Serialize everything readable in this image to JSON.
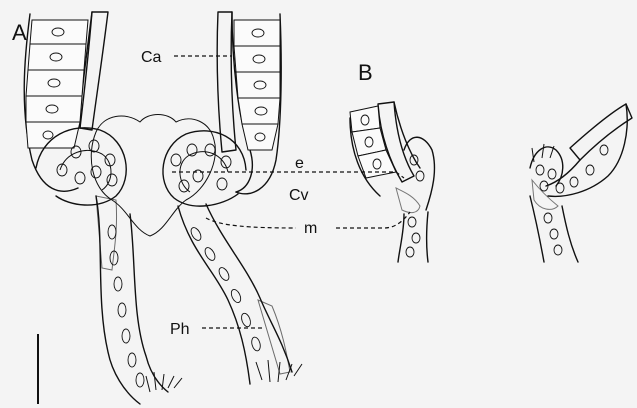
{
  "panels": {
    "a": "A",
    "b": "B"
  },
  "labels": {
    "ca": "Ca",
    "e": "e",
    "cv": "Cv",
    "m": "m",
    "ph": "Ph"
  },
  "icons": {
    "scale_bar": "scale-bar"
  },
  "colors": {
    "ink": "#111111",
    "paper": "#f4f4f4",
    "stipple": "#555555"
  }
}
